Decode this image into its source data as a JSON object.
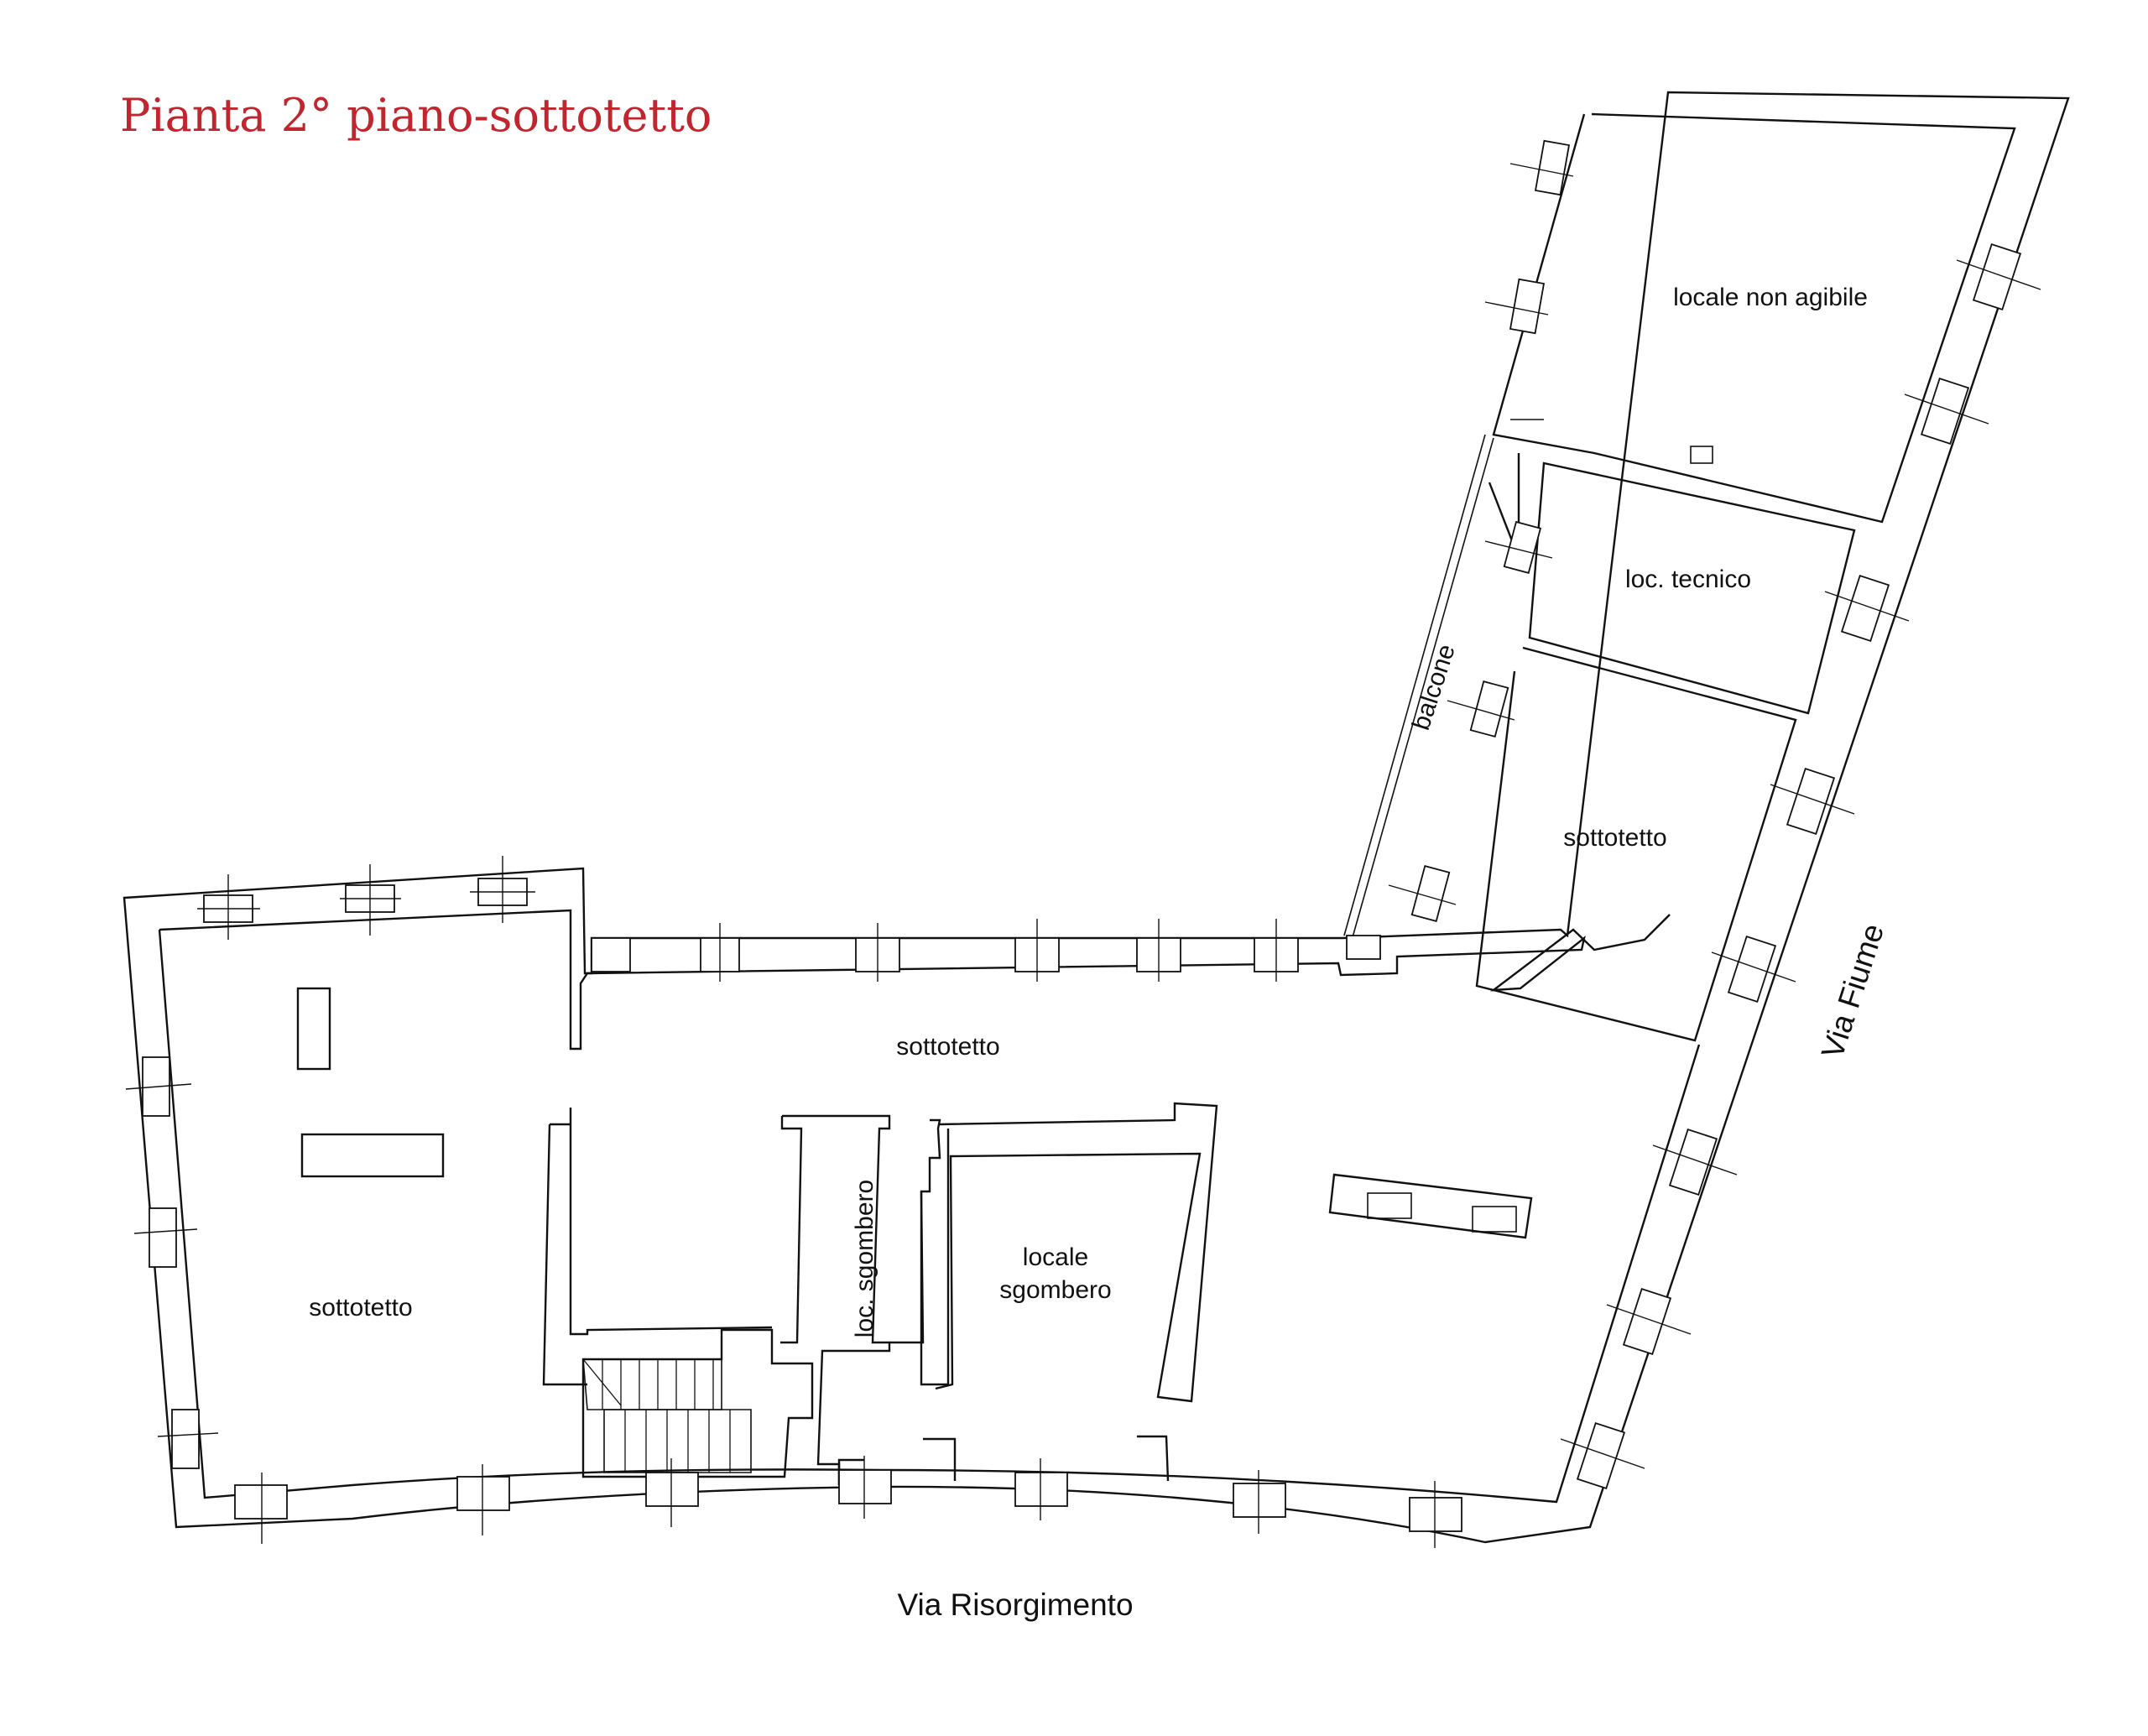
{
  "title": "Pianta 2° piano-sottotetto",
  "rooms": {
    "locale_non_agibile": "locale non agibile",
    "loc_tecnico": "loc. tecnico",
    "balcone": "balcone",
    "sottotetto_east": "sottotetto",
    "sottotetto_central": "sottotetto",
    "sottotetto_west": "sottotetto",
    "loc_sgombero_small": "loc. sgombero",
    "locale_sgombero_line1": "locale",
    "locale_sgombero_line2": "sgombero"
  },
  "streets": {
    "south": "Via Risorgimento",
    "east": "Via Fiume"
  },
  "colors": {
    "title": "#c0262d",
    "lines": "#111111",
    "background": "#ffffff"
  }
}
